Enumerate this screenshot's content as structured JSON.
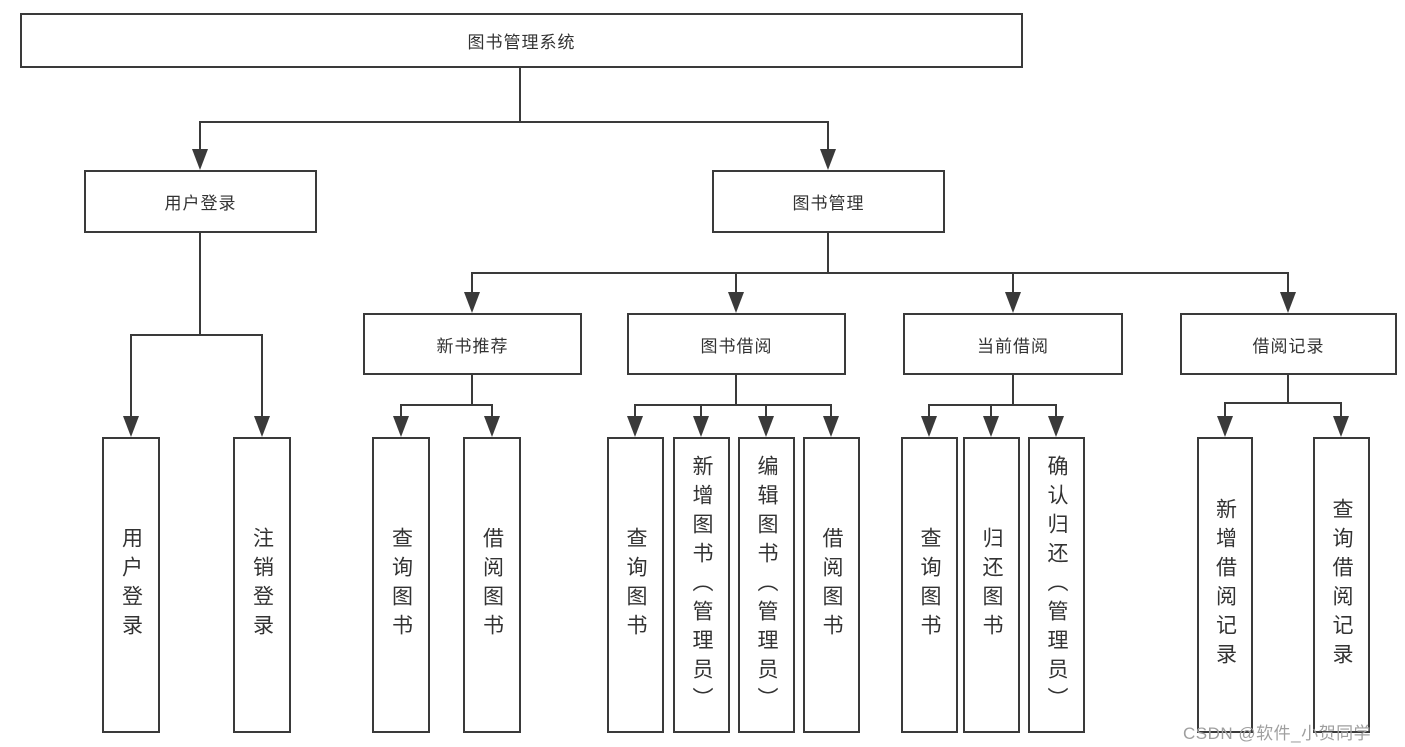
{
  "diagram": {
    "root": {
      "label": "图书管理系统"
    },
    "branches": [
      {
        "label": "用户登录",
        "children": [
          {
            "label": "用户登录"
          },
          {
            "label": "注销登录"
          }
        ]
      },
      {
        "label": "图书管理",
        "children": [
          {
            "label": "新书推荐",
            "children": [
              {
                "label": "查询图书"
              },
              {
                "label": "借阅图书"
              }
            ]
          },
          {
            "label": "图书借阅",
            "children": [
              {
                "label": "查询图书"
              },
              {
                "label": "新增图书（管理员）"
              },
              {
                "label": "编辑图书（管理员）"
              },
              {
                "label": "借阅图书"
              }
            ]
          },
          {
            "label": "当前借阅",
            "children": [
              {
                "label": "查询图书"
              },
              {
                "label": "归还图书"
              },
              {
                "label": "确认归还（管理员）"
              }
            ]
          },
          {
            "label": "借阅记录",
            "children": [
              {
                "label": "新增借阅记录"
              },
              {
                "label": "查询借阅记录"
              }
            ]
          }
        ]
      }
    ],
    "line_color": "#3a3a3a",
    "box_background": "#ffffff"
  },
  "watermark": {
    "text": "CSDN @软件_小贺同学",
    "color": "#9f9f9f"
  }
}
